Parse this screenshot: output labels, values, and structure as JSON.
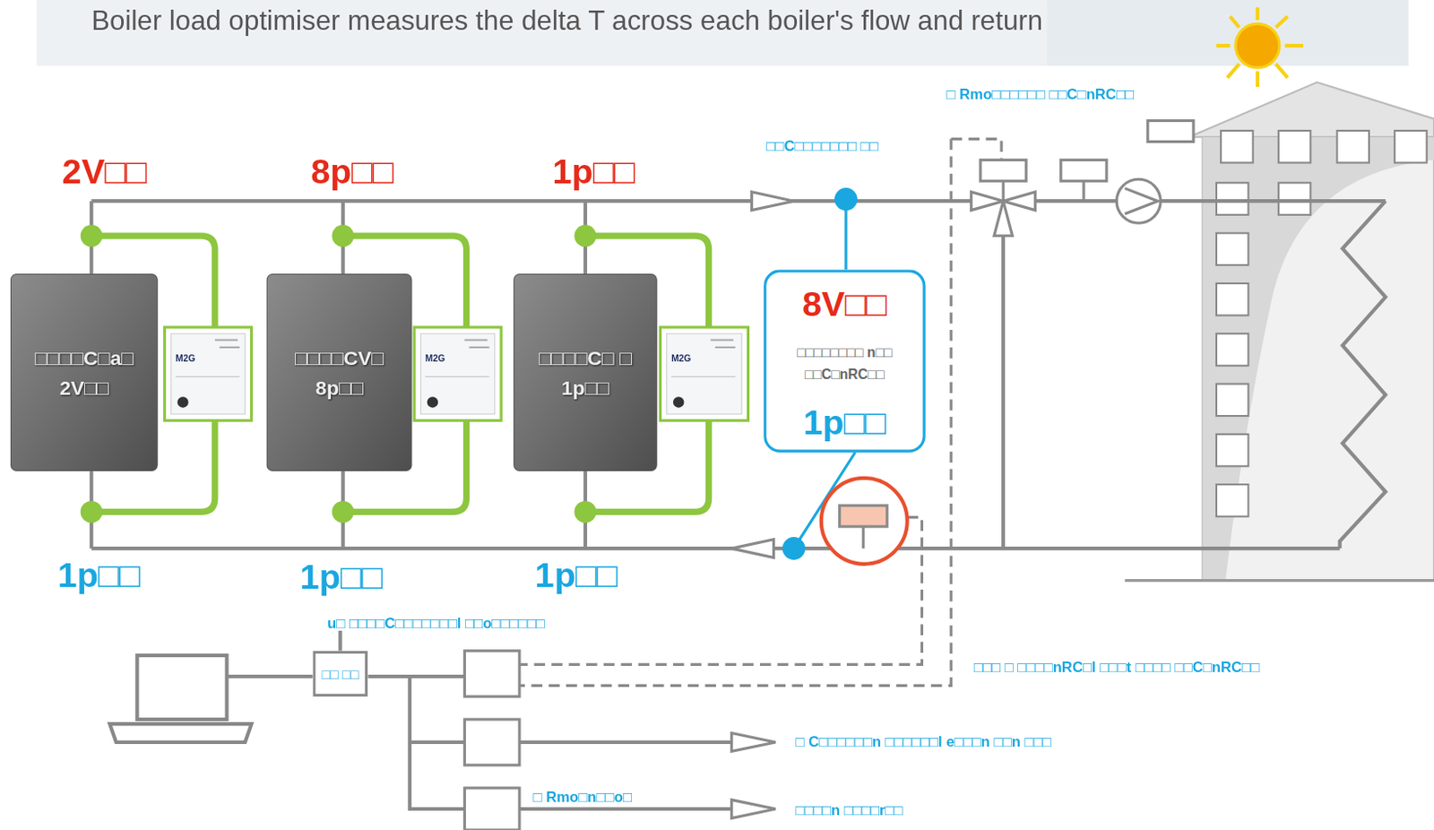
{
  "diagram": {
    "nodes": [
      {
        "text": [
          "□□□□C□a□ 2V□□"
        ]
      },
      {
        "text": [
          "M2G"
        ]
      },
      {
        "text": [
          "□□□□CV□ 8p□□"
        ]
      },
      {
        "text": [
          "M2G"
        ]
      },
      {
        "text": [
          "□□□□C□ □ 1p□□"
        ]
      },
      {
        "text": [
          "M2G"
        ]
      },
      {
        "text": [
          "8V□□",
          "□□□□□□□□ n□□ □□C□nRC□□",
          "1p□□"
        ]
      },
      {
        "text": [
          "□□ □□"
        ]
      }
    ],
    "labels": [
      "Boiler load optimiser measures the delta T across each  boiler's flow and return",
      "2V□□",
      "8p□□",
      "1p□□",
      "1p□□",
      "1p□□",
      "1p□□",
      "□ Rmo□□□□□□ □□C□nRC□□",
      "□□C□□□□□□□ □□",
      "u□ □□□□C□□□□□□□l □□o□□□□□□",
      "□□□ □ □□□□nRC□l □□□t □□□□ □□C□nRC□□",
      "□ C□□□□□□n □□□□□□l e□□□n □□n □□□",
      "□ Rmo□n□□o□",
      "□□□□n □□□□r□□"
    ]
  }
}
